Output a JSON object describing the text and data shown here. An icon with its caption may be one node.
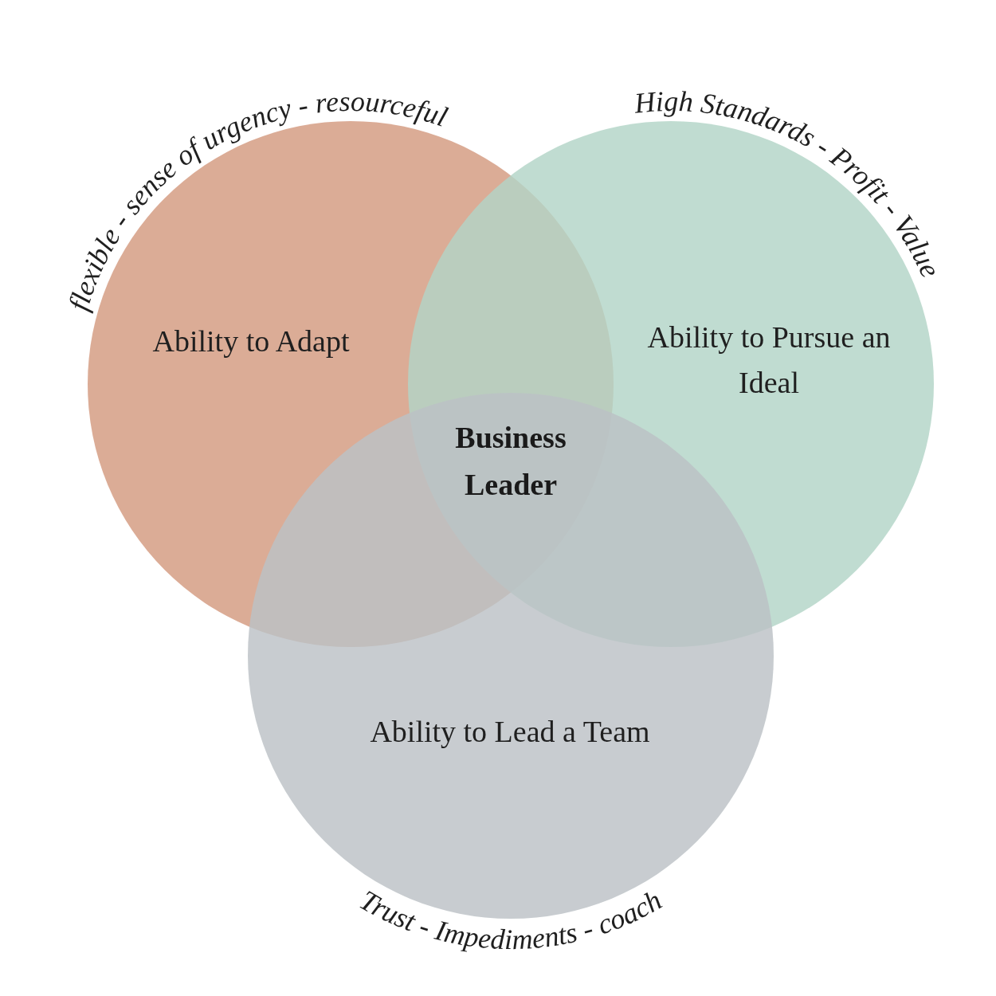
{
  "diagram": {
    "nodes": [
      {
        "text": [
          "flexible - sense of urgency - resourceful",
          "Ability to Adapt"
        ]
      },
      {
        "text": [
          "High Standards - Profit - Value",
          "Ability to Pursue an Ideal"
        ]
      },
      {
        "text": [
          "Ability to Lead a Team",
          "Trust - Impediments - coach"
        ]
      }
    ],
    "edges": [],
    "labels": [
      "Business Leader"
    ]
  }
}
